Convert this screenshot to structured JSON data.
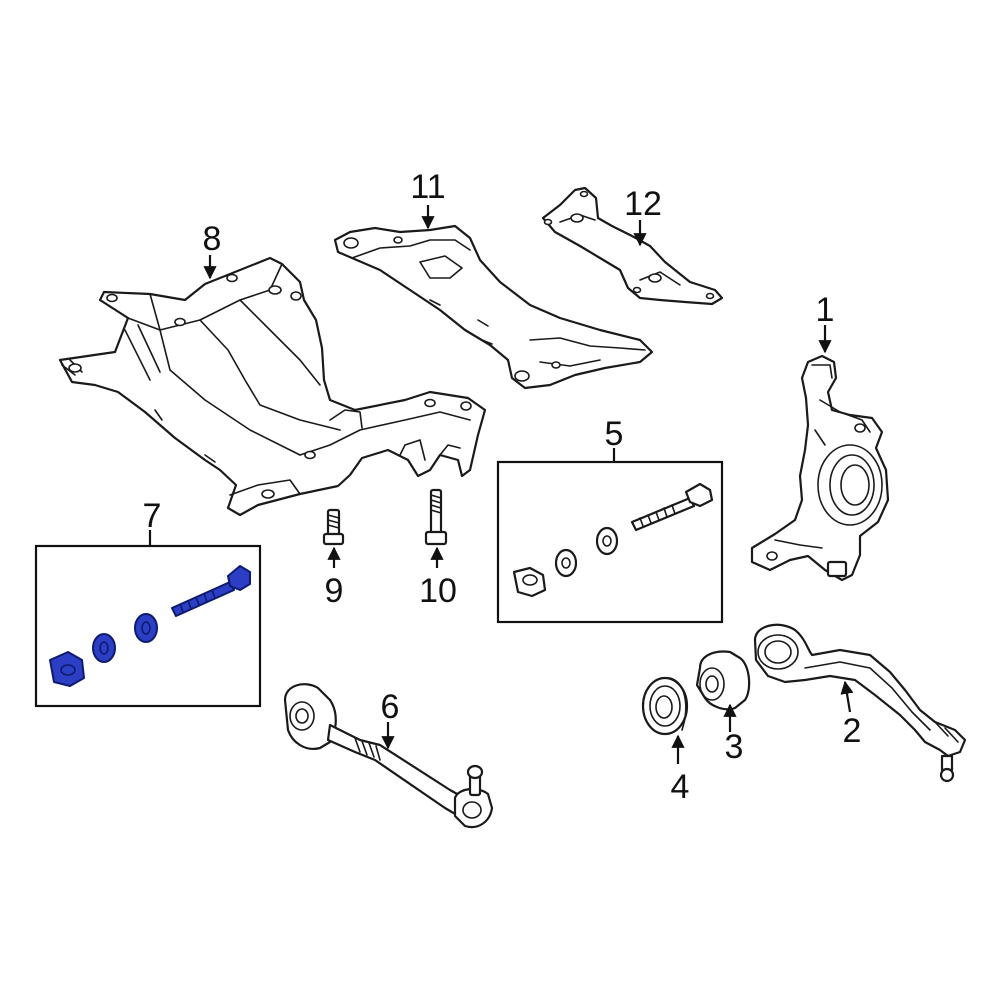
{
  "diagram": {
    "callouts": {
      "c1": "1",
      "c2": "2",
      "c3": "3",
      "c4": "4",
      "c5": "5",
      "c6": "6",
      "c7": "7",
      "c8": "8",
      "c9": "9",
      "c10": "10",
      "c11": "11",
      "c12": "12"
    },
    "highlight_color": "#2c3fc4",
    "highlighted_callout": "7"
  }
}
